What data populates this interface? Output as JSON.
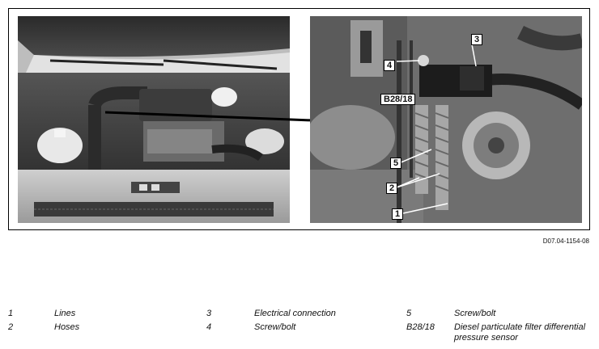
{
  "figure": {
    "callouts": {
      "c1": "1",
      "c2": "2",
      "c3": "3",
      "c4": "4",
      "c5": "5",
      "sensor": "B28/18"
    },
    "code": "D07.04-1154-08"
  },
  "legend": [
    {
      "num": "1",
      "label": "Lines"
    },
    {
      "num": "2",
      "label": "Hoses"
    },
    {
      "num": "3",
      "label": "Electrical connection"
    },
    {
      "num": "4",
      "label": "Screw/bolt"
    },
    {
      "num": "5",
      "label": "Screw/bolt"
    },
    {
      "num": "B28/18",
      "label": "Diesel particulate filter differential pressure sensor"
    }
  ]
}
